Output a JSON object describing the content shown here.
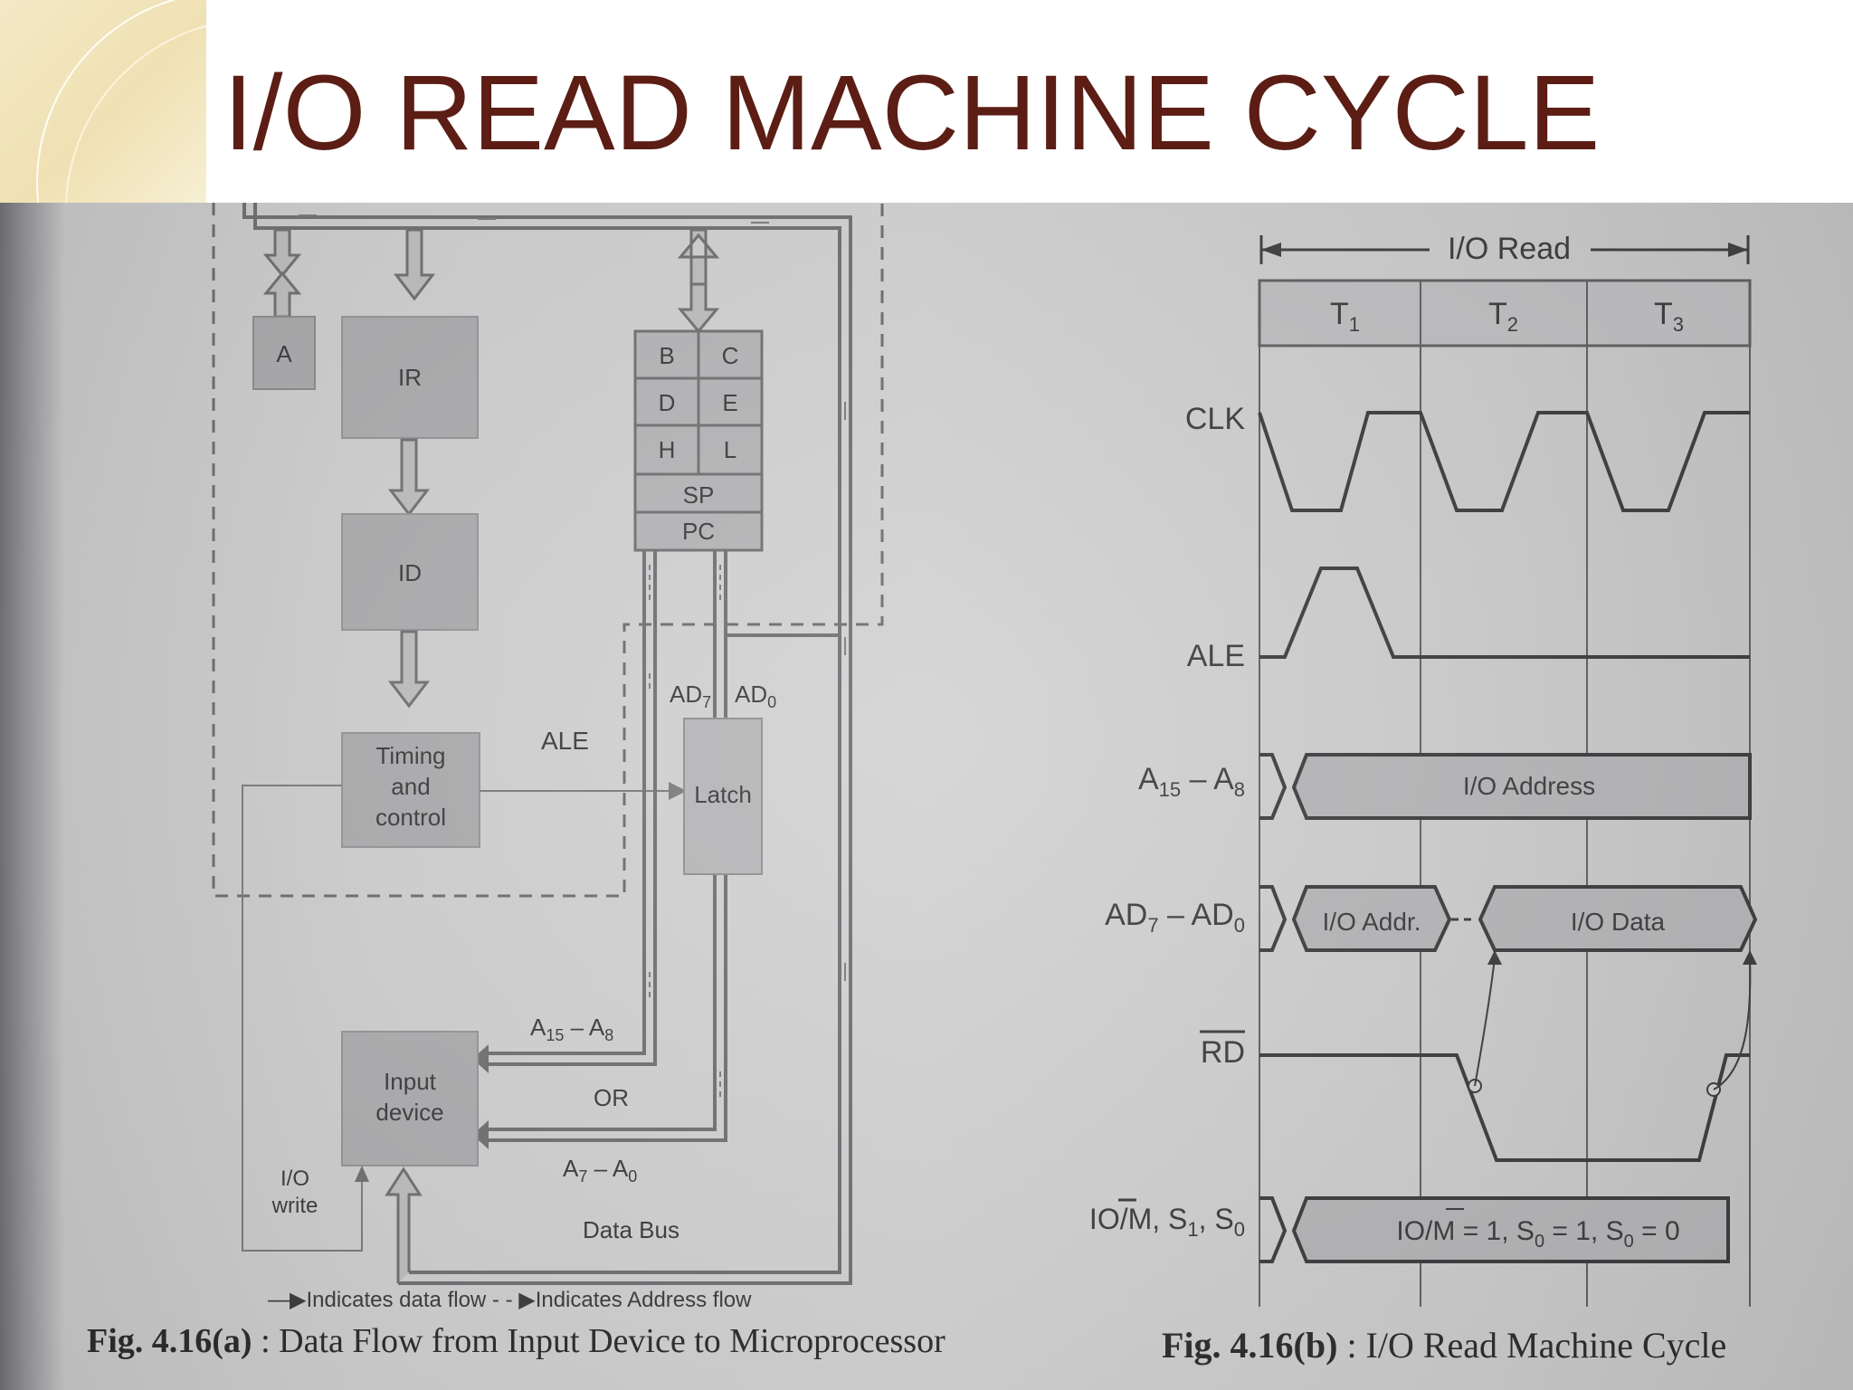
{
  "slide": {
    "title": "I/O READ MACHINE CYCLE"
  },
  "fig_a": {
    "registers": {
      "a": "A",
      "ir": "IR",
      "id": "ID",
      "b": "B",
      "c": "C",
      "d": "D",
      "e": "E",
      "h": "H",
      "l": "L",
      "sp": "SP",
      "pc": "PC"
    },
    "timing": [
      "Timing",
      "and",
      "control"
    ],
    "ale": "ALE",
    "latch": "Latch",
    "ad7": "AD",
    "ad7_sub": "7",
    "ad0": "AD",
    "ad0_sub": "0",
    "a15_main": "A",
    "a15_sub": "15",
    "a15_dash": " – A",
    "a8_sub": "8",
    "or": "OR",
    "a7_main": "A",
    "a7_sub": "7",
    "a7_dash": " – A",
    "a0_sub": "0",
    "data_bus": "Data Bus",
    "input_device": [
      "Input",
      "device"
    ],
    "io_write": [
      "I/O",
      "write"
    ],
    "legend": "—▶Indicates data flow - - ▶Indicates Address flow",
    "caption_bold": "Fig. 4.16(a)",
    "caption_text": " : Data Flow from Input Device to Microprocessor"
  },
  "fig_b": {
    "io_read": "I/O Read",
    "t": "T",
    "t1_sub": "1",
    "t2_sub": "2",
    "t3_sub": "3",
    "clk": "CLK",
    "ale": "ALE",
    "a15_main": "A",
    "a15_sub": "15",
    "a15_dash": " – A",
    "a8_sub": "8",
    "ad7_main": "AD",
    "ad7_sub": "7",
    "ad7_dash": " – AD",
    "ad0_sub": "0",
    "rd": "RD",
    "iom_label": "IO/M, S",
    "s1_sub": "1",
    "s0_comma": ", S",
    "s0_sub": "0",
    "io_address": "I/O Address",
    "io_addr": "I/O Addr.",
    "io_data": "I/O Data",
    "status_a": "IO/M = 1, S",
    "status_s_sub1": "0",
    "status_b": " = 1, S",
    "status_s_sub2": "0",
    "status_c": " = 0",
    "caption_bold": "Fig. 4.16(b)",
    "caption_text": " : I/O Read Machine Cycle"
  }
}
